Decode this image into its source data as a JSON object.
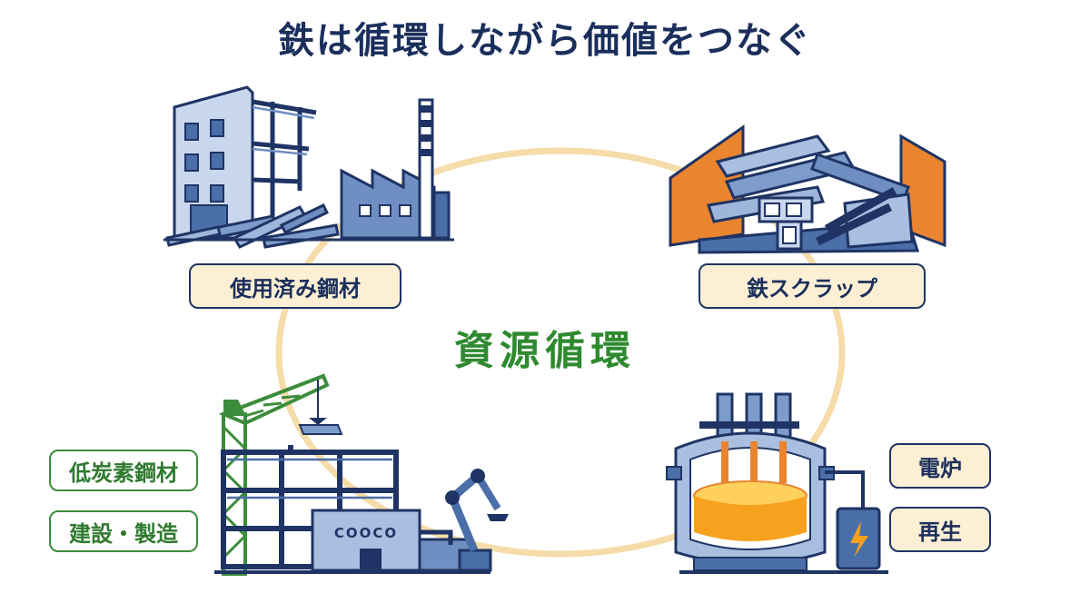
{
  "title": "鉄は循環しながら価値をつなぐ",
  "center": "資源循環",
  "labels": {
    "used_steel": "使用済み鋼材",
    "scrap": "鉄スクラップ",
    "low_carbon": "低炭素鋼材",
    "construction": "建設・製造",
    "electric_furnace": "電炉",
    "regeneration": "再生"
  },
  "factory_sign": "COOCO",
  "icons": [
    "demolished-building-icon",
    "factory-icon",
    "scrap-pile-icon",
    "crane-icon",
    "construction-site-icon",
    "robot-arm-icon",
    "electric-arc-furnace-icon",
    "lightning-icon"
  ],
  "colors": {
    "navy": "#1f3464",
    "blue": "#4a6ea8",
    "light_blue": "#a9bfe0",
    "cycle_ring": "#f5dca8",
    "green": "#3b8c3b",
    "orange": "#e9842f",
    "molten": "#f7a21e"
  }
}
